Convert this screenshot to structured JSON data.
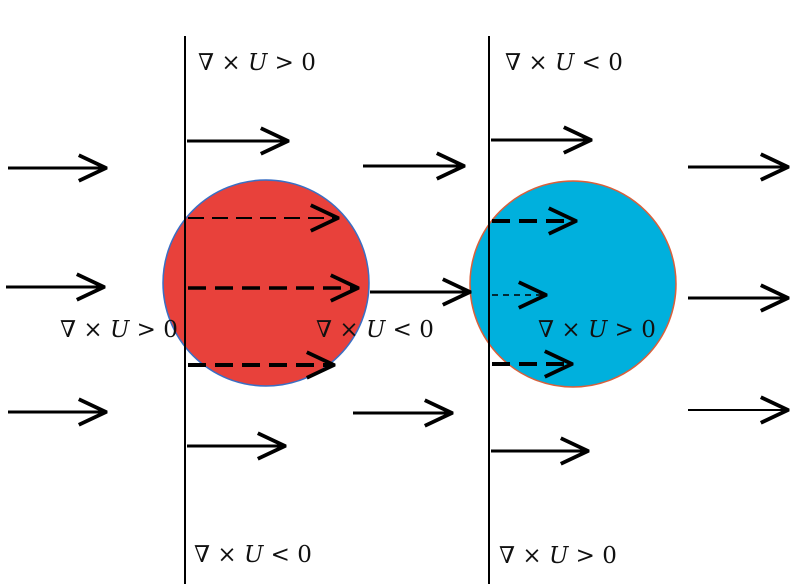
{
  "colors": {
    "background": "#ffffff",
    "line": "#000000",
    "red_circle": "#e8413b",
    "red_circle_border": "#3a6fc4",
    "blue_circle": "#00b0dd",
    "blue_circle_border": "#d9603b"
  },
  "labels": {
    "left_top": "∇ × U > 0",
    "left_bottom": "∇ × U < 0",
    "left_circle_side": "∇ × U > 0",
    "left_circle_inside": "∇ × U < 0",
    "right_top": "∇ × U < 0",
    "right_bottom": "∇ × U > 0",
    "right_circle_inside": "∇ × U > 0"
  }
}
